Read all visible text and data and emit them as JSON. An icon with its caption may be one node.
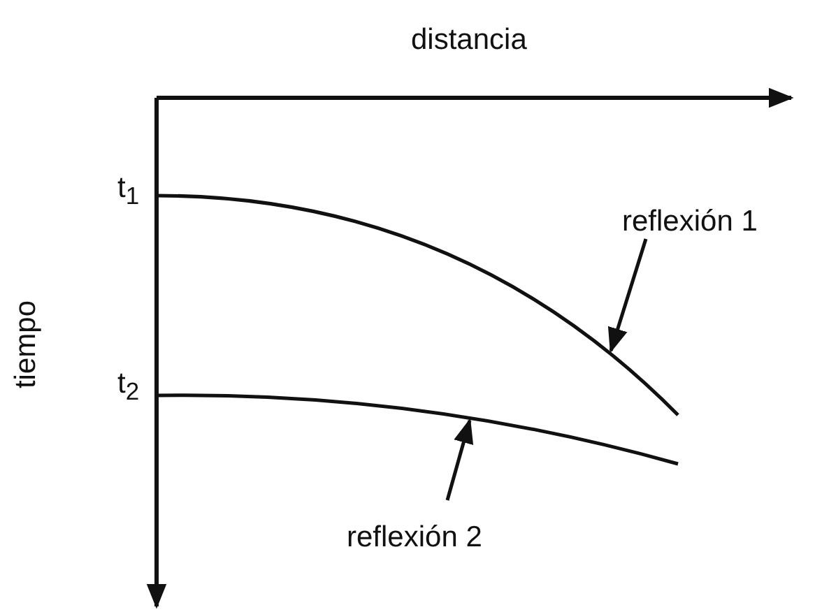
{
  "diagram": {
    "nodes": [
      {
        "text": [
          "reflexión 1"
        ]
      },
      {
        "text": [],
        "shape": "line"
      },
      {
        "text": [
          "reflexión 2"
        ]
      },
      {
        "text": [],
        "shape": "line"
      }
    ],
    "edges": [
      {
        "from": 0,
        "to": 1,
        "arrow": "to"
      },
      {
        "from": 2,
        "to": 3,
        "arrow": "to"
      }
    ],
    "labels": [
      "distancia",
      "t$_{1}$",
      "tiempo",
      "t$_{2}$"
    ]
  }
}
